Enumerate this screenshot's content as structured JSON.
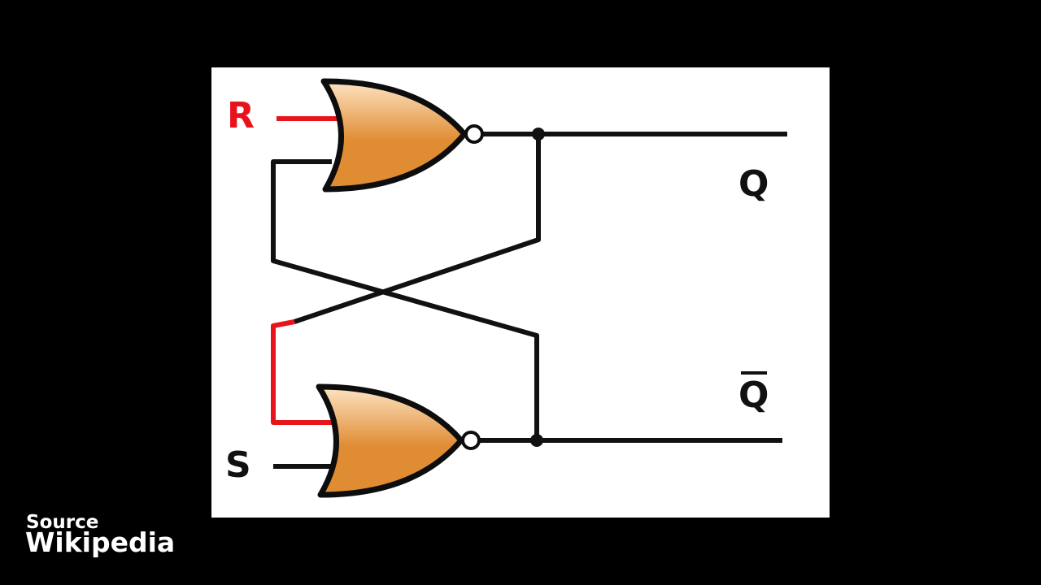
{
  "colors": {
    "background": "#000000",
    "panel": "#ffffff",
    "wire": "#111111",
    "active_wire": "#e8141b",
    "gate_fill_top": "#fde4c4",
    "gate_fill_bottom": "#e08c33",
    "gate_outline": "#0d0d0d"
  },
  "diagram": {
    "type": "SR latch (cross-coupled NOR gates)",
    "gates": [
      "NOR",
      "NOR"
    ],
    "labels": {
      "r": "R",
      "s": "S",
      "q": "Q",
      "q_bar": "Q"
    },
    "q_bar_overline": true
  },
  "source": {
    "caption": "Source",
    "name": "Wikipedia"
  }
}
